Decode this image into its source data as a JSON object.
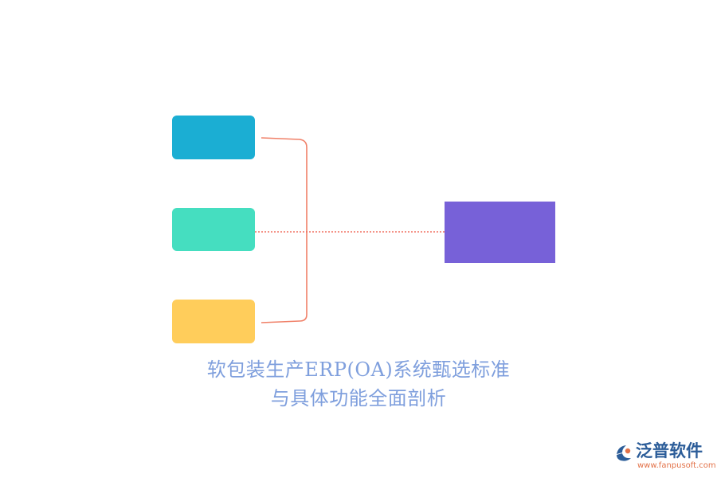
{
  "title": {
    "line1": "软包装生产ERP(OA)系统甄选标准",
    "line2": "与具体功能全面剖析"
  },
  "logo": {
    "name": "泛普软件",
    "url": "www.fanpusoft.com"
  },
  "colors": {
    "box_blue": "#1BAED3",
    "box_teal": "#45DEC0",
    "box_yellow": "#FFCD5B",
    "box_purple": "#7761D8",
    "bracket": "#F08068",
    "dotted_connector": "#F07060",
    "title_text": "#7F9FDD",
    "logo_name": "#2C5D99",
    "logo_url": "#E3734A"
  },
  "icons": {
    "logo_mark": "fanpu-logo-mark"
  }
}
